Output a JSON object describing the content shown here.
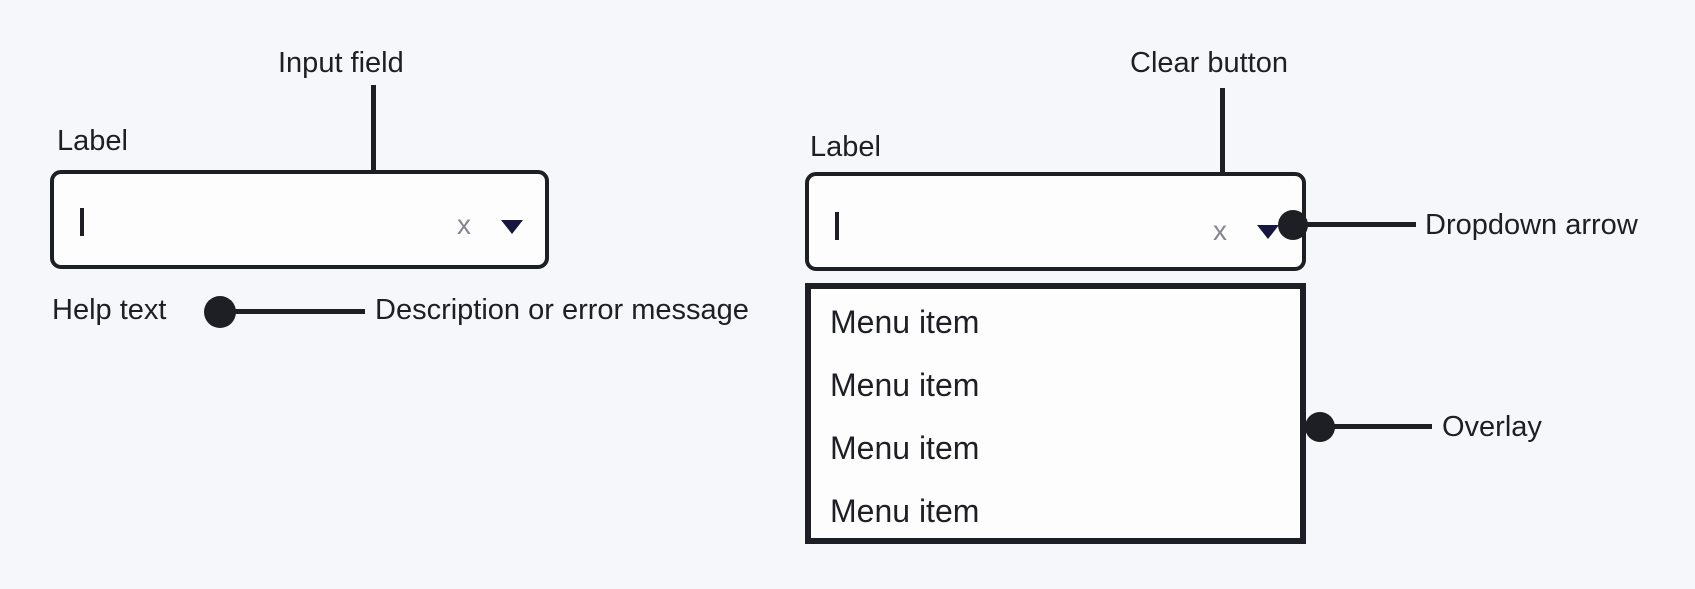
{
  "colors": {
    "background": "#f5f7fa",
    "ink": "#1e1f24",
    "surface": "#fdfdfe",
    "clear_muted": "#85858d",
    "arrow_navy": "#16163f"
  },
  "left_combobox": {
    "label": "Label",
    "input_value": "",
    "clear_glyph": "x",
    "help_text": "Help text",
    "annotations": {
      "input_field": "Input field",
      "help_description": "Description or error message"
    }
  },
  "right_combobox": {
    "label": "Label",
    "input_value": "",
    "clear_glyph": "x",
    "menu_items": [
      "Menu item",
      "Menu item",
      "Menu item",
      "Menu item"
    ],
    "annotations": {
      "clear_button": "Clear button",
      "dropdown_arrow": "Dropdown arrow",
      "overlay": "Overlay"
    }
  }
}
